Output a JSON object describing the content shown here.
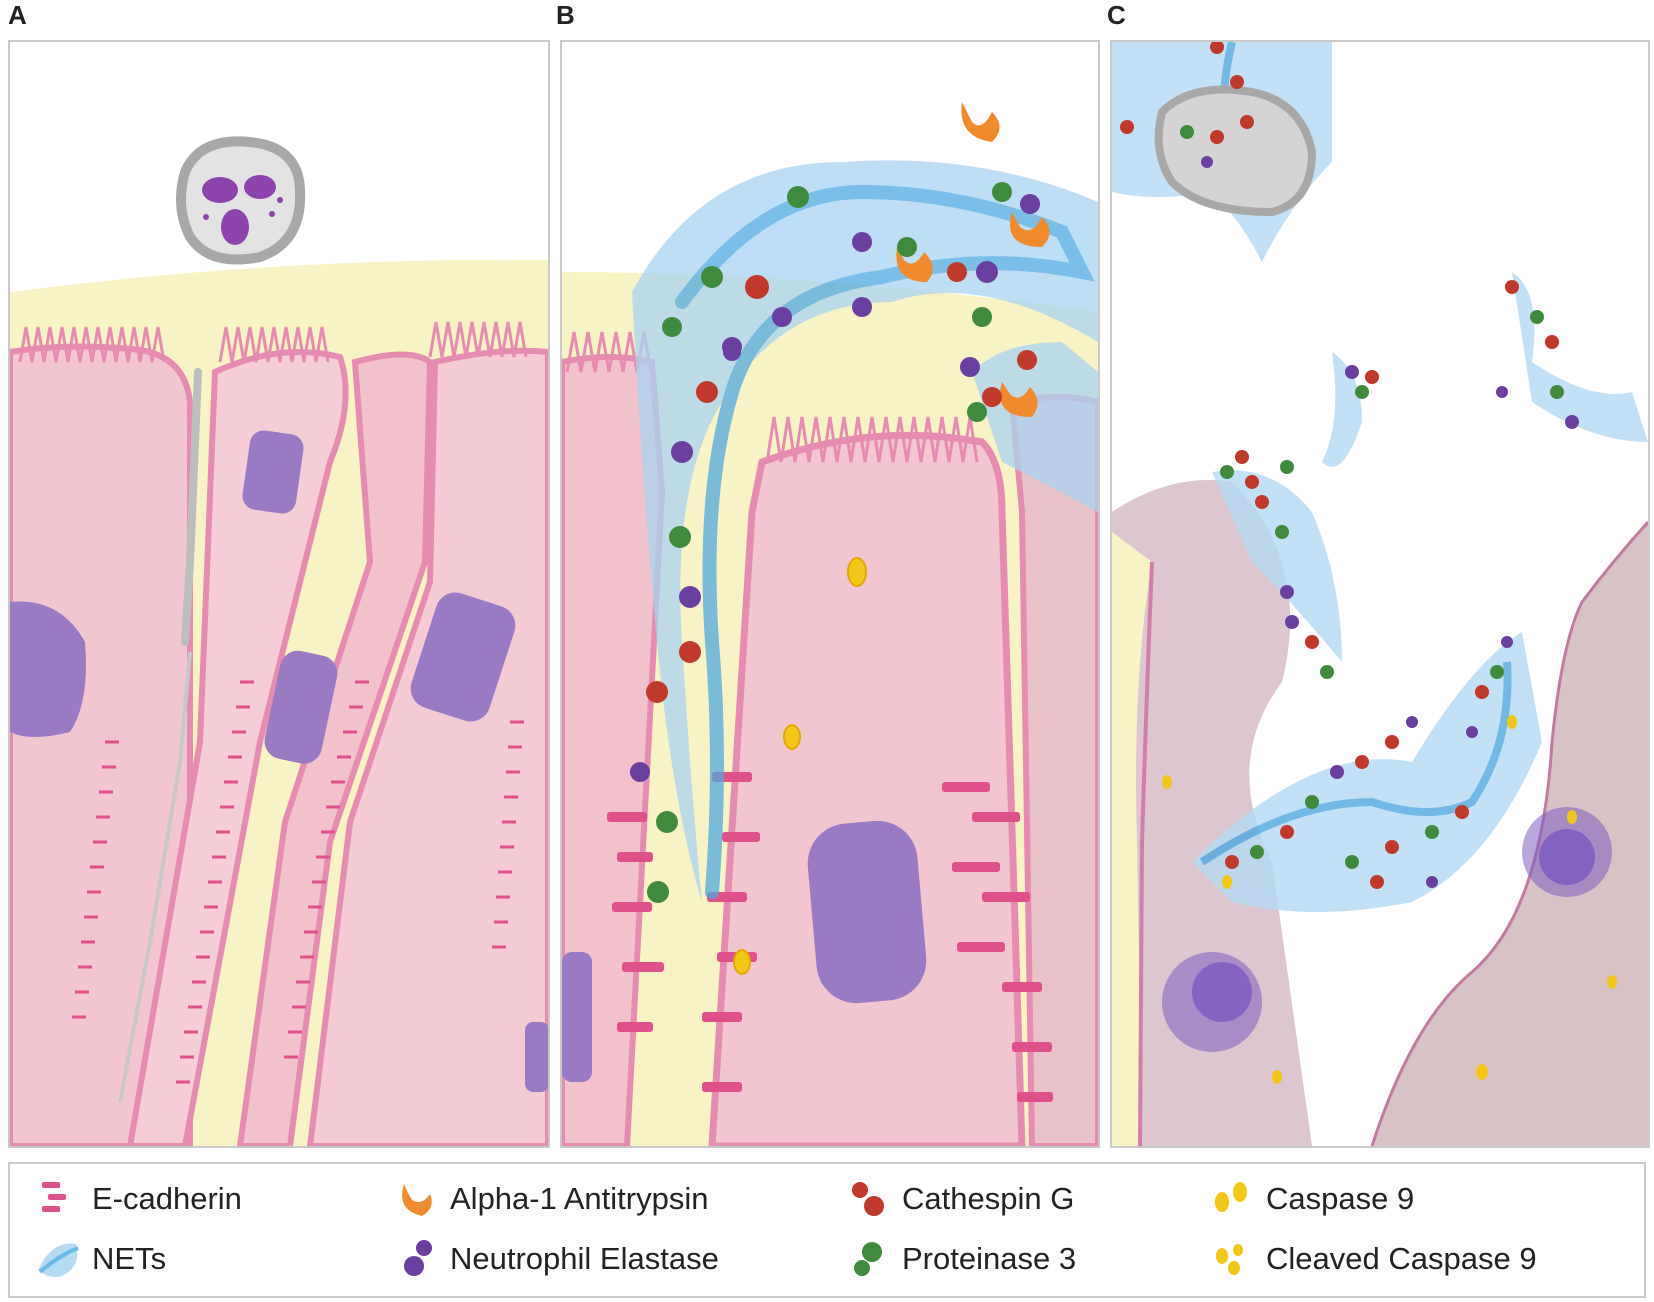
{
  "panels": [
    {
      "letter": "A"
    },
    {
      "letter": "B"
    },
    {
      "letter": "C"
    }
  ],
  "legend": [
    {
      "label": "E-cadherin",
      "icon": "e-cadherin-icon",
      "color": "#e0508a"
    },
    {
      "label": "Alpha-1 Antitrypsin",
      "icon": "alpha1-antitrypsin-icon",
      "color": "#f08a2c"
    },
    {
      "label": "Cathespin G",
      "icon": "cathepsin-g-icon",
      "color": "#c0392b"
    },
    {
      "label": "Caspase 9",
      "icon": "caspase9-icon",
      "color": "#f2c617"
    },
    {
      "label": "NETs",
      "icon": "nets-icon",
      "color": "#6bb8e6"
    },
    {
      "label": "Neutrophil Elastase",
      "icon": "neutrophil-elastase-icon",
      "color": "#6a3fa0"
    },
    {
      "label": "Proteinase 3",
      "icon": "proteinase3-icon",
      "color": "#3f8a3c"
    },
    {
      "label": "Cleaved Caspase 9",
      "icon": "cleaved-caspase9-icon",
      "color": "#f2c617"
    }
  ],
  "colors": {
    "cell_pink": "#f2c2cc",
    "membrane_pink": "#e58cb0",
    "nucleus_purple": "#9b7ac4",
    "mucus_yellow": "#f8f3c4",
    "net_blue": "#8cc8ee",
    "border_gray": "#c9c9c9"
  }
}
